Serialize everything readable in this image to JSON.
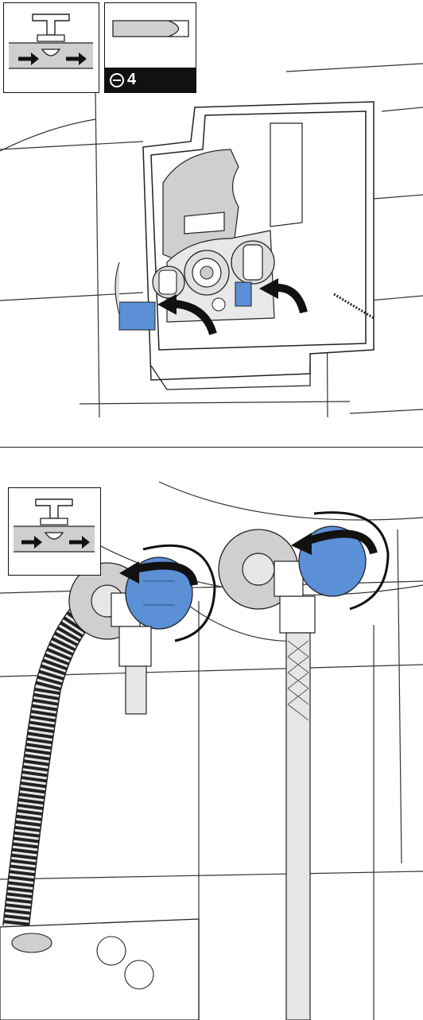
{
  "panels": [
    {
      "id": "step-1",
      "icons": [
        "shutoff-valve-icon",
        "flat-screwdriver-icon"
      ],
      "tool_size": "4",
      "action": "rotate-valves-counterclockwise"
    },
    {
      "id": "step-2",
      "icons": [
        "shutoff-valve-icon"
      ],
      "action": "rotate-angle-valves-counterclockwise"
    }
  ],
  "colors": {
    "line": "#222222",
    "fill_gray": "#cfcfcf",
    "valve_blue": "#5b8fd6",
    "arrow": "#111111"
  }
}
